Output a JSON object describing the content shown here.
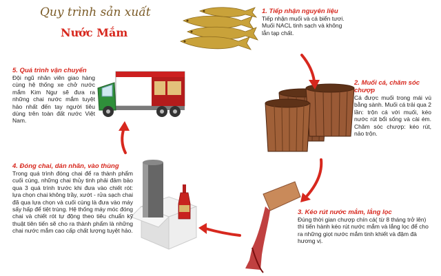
{
  "header": {
    "title_line1": "Quy trình sản xuất",
    "title_line2": "Nước Mắm"
  },
  "colors": {
    "accent_red": "#d7281e",
    "title_brown": "#7a5a26",
    "fish_gold": "#c9a23a",
    "barrel_brown": "#8a5030"
  },
  "steps": [
    {
      "title": "1. Tiếp nhận nguyên liệu",
      "text": "Tiếp nhận muối và cá biển tươi. Muối NACL tinh sạch và không lẫn tạp chất.",
      "illustration": "anchovy-fish-icon"
    },
    {
      "title": "2. Muối cá, chăm sóc chượp",
      "text": "Cá được muối trong mái vú bằng sành. Muối cá trải qua 2 lần: trộn cá với muối, kéo nước rút bổi sống và cài ém. Chăm sóc chượp: kéo rút, nảo trộn.",
      "illustration": "wooden-barrels-icon"
    },
    {
      "title": "3. Kéo rút nước mắm, lắng lọc",
      "text": "Đúng thời gian chượp chín cá( từ 8 tháng trở lên) thì tiến hành kéo rút nước mắm và lắng lọc để cho ra những giọt nước mắm tinh khiết và đậm đà hương vị.",
      "illustration": "pouring-tube-icon"
    },
    {
      "title": "4. Đóng chai, dán nhãn, vào thùng",
      "text": "Trong quá trình đóng chai để ra thành phẩm cuối cùng, những chai thủy tinh phải đảm bảo qua 3 quá trình trước khi đưa vào chiết rót: lựa chọn chai không trầy, xướt - rửa sạch chai đã qua lựa chọn và cuối cùng là đưa vào máy sấy hấp để tiệt trùng. Hệ thống máy móc đóng chai và chiết rót tự động theo tiêu chuẩn kỹ thuật tiên tiến sẽ cho ra thành phẩm là những chai nước mắm cao cấp chất lượng tuyệt hảo.",
      "illustration": "bottle-can-box-icon"
    },
    {
      "title": "5. Quá trình vận chuyển",
      "text": "Đội ngũ nhân viên giao hàng cùng hệ thống xe chở nước mắm Kim Ngư sẽ đưa ra những chai nước mắm tuyệt hảo nhất đến tay người tiêu dùng trên toàn đất nước Việt Nam.",
      "illustration": "delivery-truck-icon"
    }
  ]
}
